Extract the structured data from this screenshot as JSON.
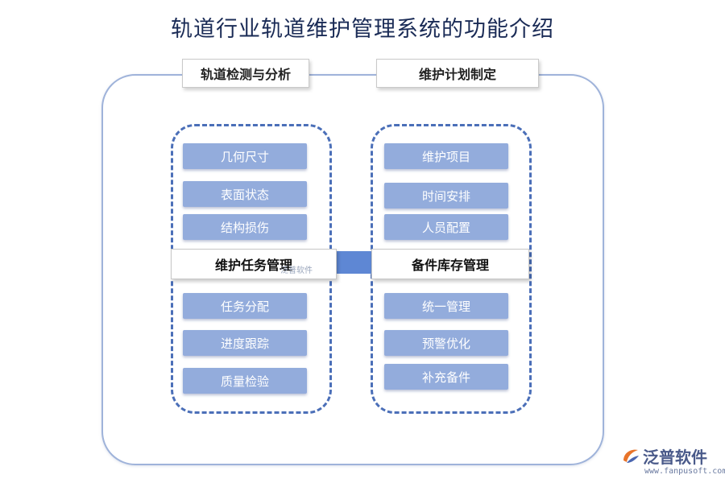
{
  "title": "轨道行业轨道维护管理系统的功能介绍",
  "headers": {
    "left": "轨道检测与分析",
    "right": "维护计划制定"
  },
  "left_panel": {
    "top_items": [
      "几何尺寸",
      "表面状态",
      "结构损伤"
    ],
    "section": "维护任务管理",
    "bottom_items": [
      "任务分配",
      "进度跟踪",
      "质量检验"
    ]
  },
  "right_panel": {
    "top_items": [
      "维护项目",
      "时间安排",
      "人员配置"
    ],
    "section": "备件库存管理",
    "bottom_items": [
      "统一管理",
      "预警优化",
      "补充备件"
    ]
  },
  "watermark": "泛普软件",
  "logo": {
    "name": "泛普软件",
    "url": "www.fanpusoft.com"
  },
  "colors": {
    "item_fill": "#93acdc",
    "dashed_border": "#4b6fb8",
    "connector": "#5e87d4",
    "outer_border": "#9fb3da"
  }
}
